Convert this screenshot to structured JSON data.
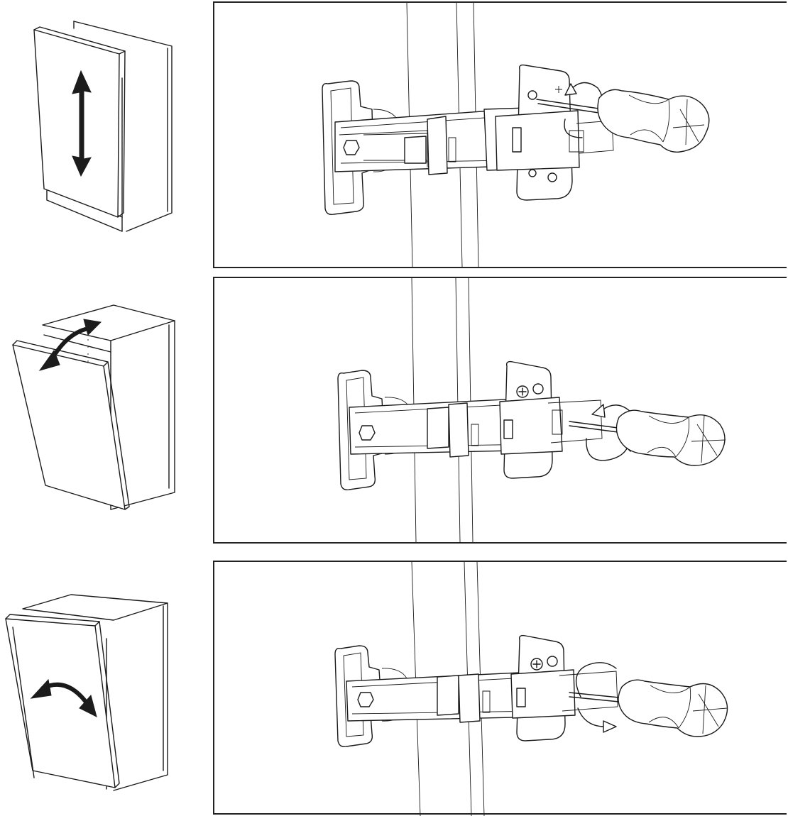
{
  "steps": [
    {
      "cabinet_motion": "vertical",
      "adjustment": "height"
    },
    {
      "cabinet_motion": "depth",
      "adjustment": "depth"
    },
    {
      "cabinet_motion": "side",
      "adjustment": "side"
    }
  ],
  "icons": [
    "double-arrow-vertical-icon",
    "double-arrow-curved-icon",
    "rotation-arrow-icon",
    "screwdriver-icon"
  ]
}
